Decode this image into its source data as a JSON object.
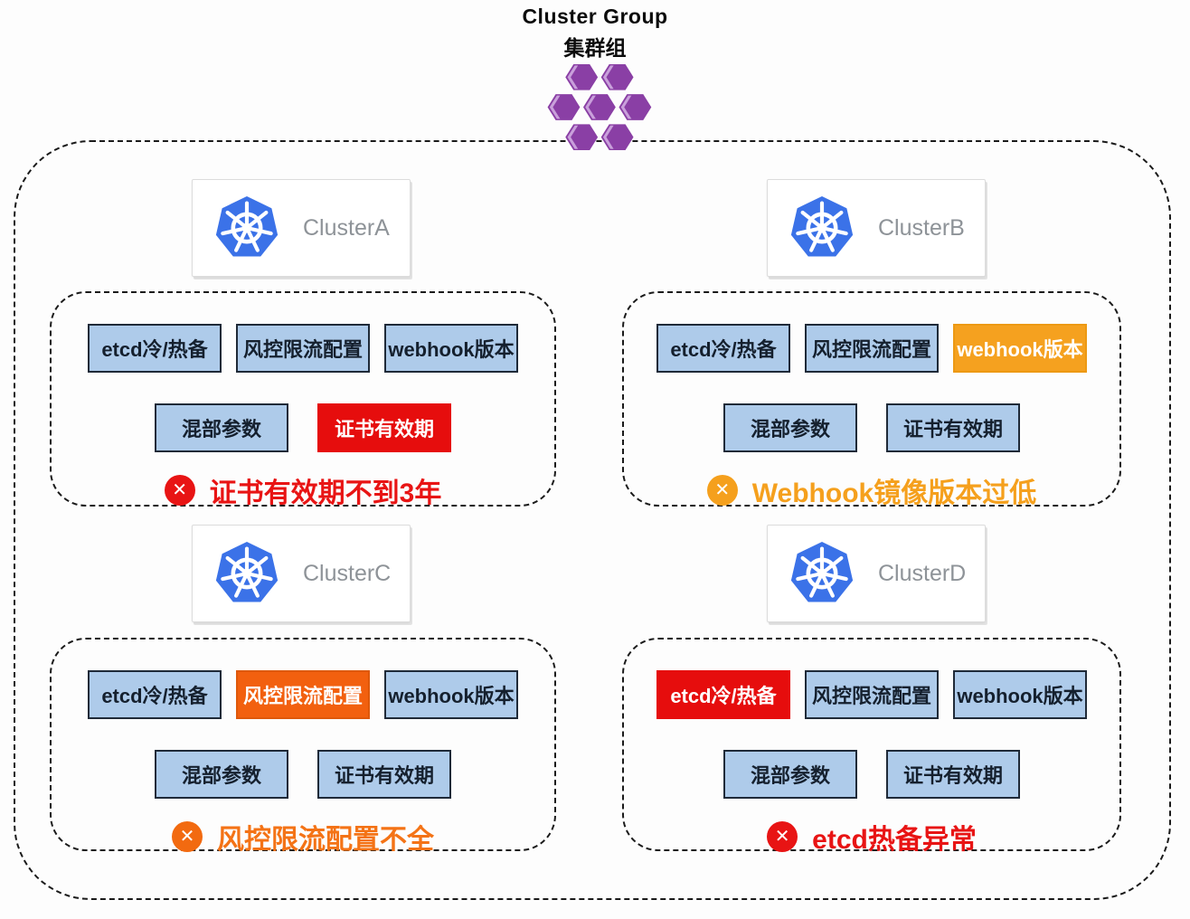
{
  "header": {
    "title_en": "Cluster Group",
    "title_zh": "集群组"
  },
  "icons": {
    "x_glyph": "✕",
    "header_icon": "hexagon-cluster-icon",
    "cluster_icon": "kubernetes-logo-icon",
    "error_icon": "x-circle-icon"
  },
  "colors": {
    "box_normal_bg": "#AECBEA",
    "box_normal_border": "#1F2A38",
    "alert_red": "#E60D0D",
    "alert_amber": "#F5A11F",
    "alert_orange": "#F2600F",
    "error_text_red": "#E81414",
    "error_text_amber": "#F5A01D",
    "error_text_orange": "#F47316",
    "kubernetes_blue": "#3B72E8",
    "hexagon_purple": "#8A3FA5"
  },
  "clusters": [
    {
      "name": "ClusterA",
      "boxes": [
        {
          "label": "etcd冷/热备",
          "status": "normal"
        },
        {
          "label": "风控限流配置",
          "status": "normal"
        },
        {
          "label": "webhook版本",
          "status": "normal"
        },
        {
          "label": "混部参数",
          "status": "normal"
        },
        {
          "label": "证书有效期",
          "status": "red"
        }
      ],
      "error": {
        "text": "证书有效期不到3年",
        "severity": "red"
      }
    },
    {
      "name": "ClusterB",
      "boxes": [
        {
          "label": "etcd冷/热备",
          "status": "normal"
        },
        {
          "label": "风控限流配置",
          "status": "normal"
        },
        {
          "label": "webhook版本",
          "status": "amber"
        },
        {
          "label": "混部参数",
          "status": "normal"
        },
        {
          "label": "证书有效期",
          "status": "normal"
        }
      ],
      "error": {
        "text": "Webhook镜像版本过低",
        "severity": "amber"
      }
    },
    {
      "name": "ClusterC",
      "boxes": [
        {
          "label": "etcd冷/热备",
          "status": "normal"
        },
        {
          "label": "风控限流配置",
          "status": "orange"
        },
        {
          "label": "webhook版本",
          "status": "normal"
        },
        {
          "label": "混部参数",
          "status": "normal"
        },
        {
          "label": "证书有效期",
          "status": "normal"
        }
      ],
      "error": {
        "text": "风控限流配置不全",
        "severity": "orange"
      }
    },
    {
      "name": "ClusterD",
      "boxes": [
        {
          "label": "etcd冷/热备",
          "status": "red"
        },
        {
          "label": "风控限流配置",
          "status": "normal"
        },
        {
          "label": "webhook版本",
          "status": "normal"
        },
        {
          "label": "混部参数",
          "status": "normal"
        },
        {
          "label": "证书有效期",
          "status": "normal"
        }
      ],
      "error": {
        "text": "etcd热备异常",
        "severity": "red"
      }
    }
  ]
}
